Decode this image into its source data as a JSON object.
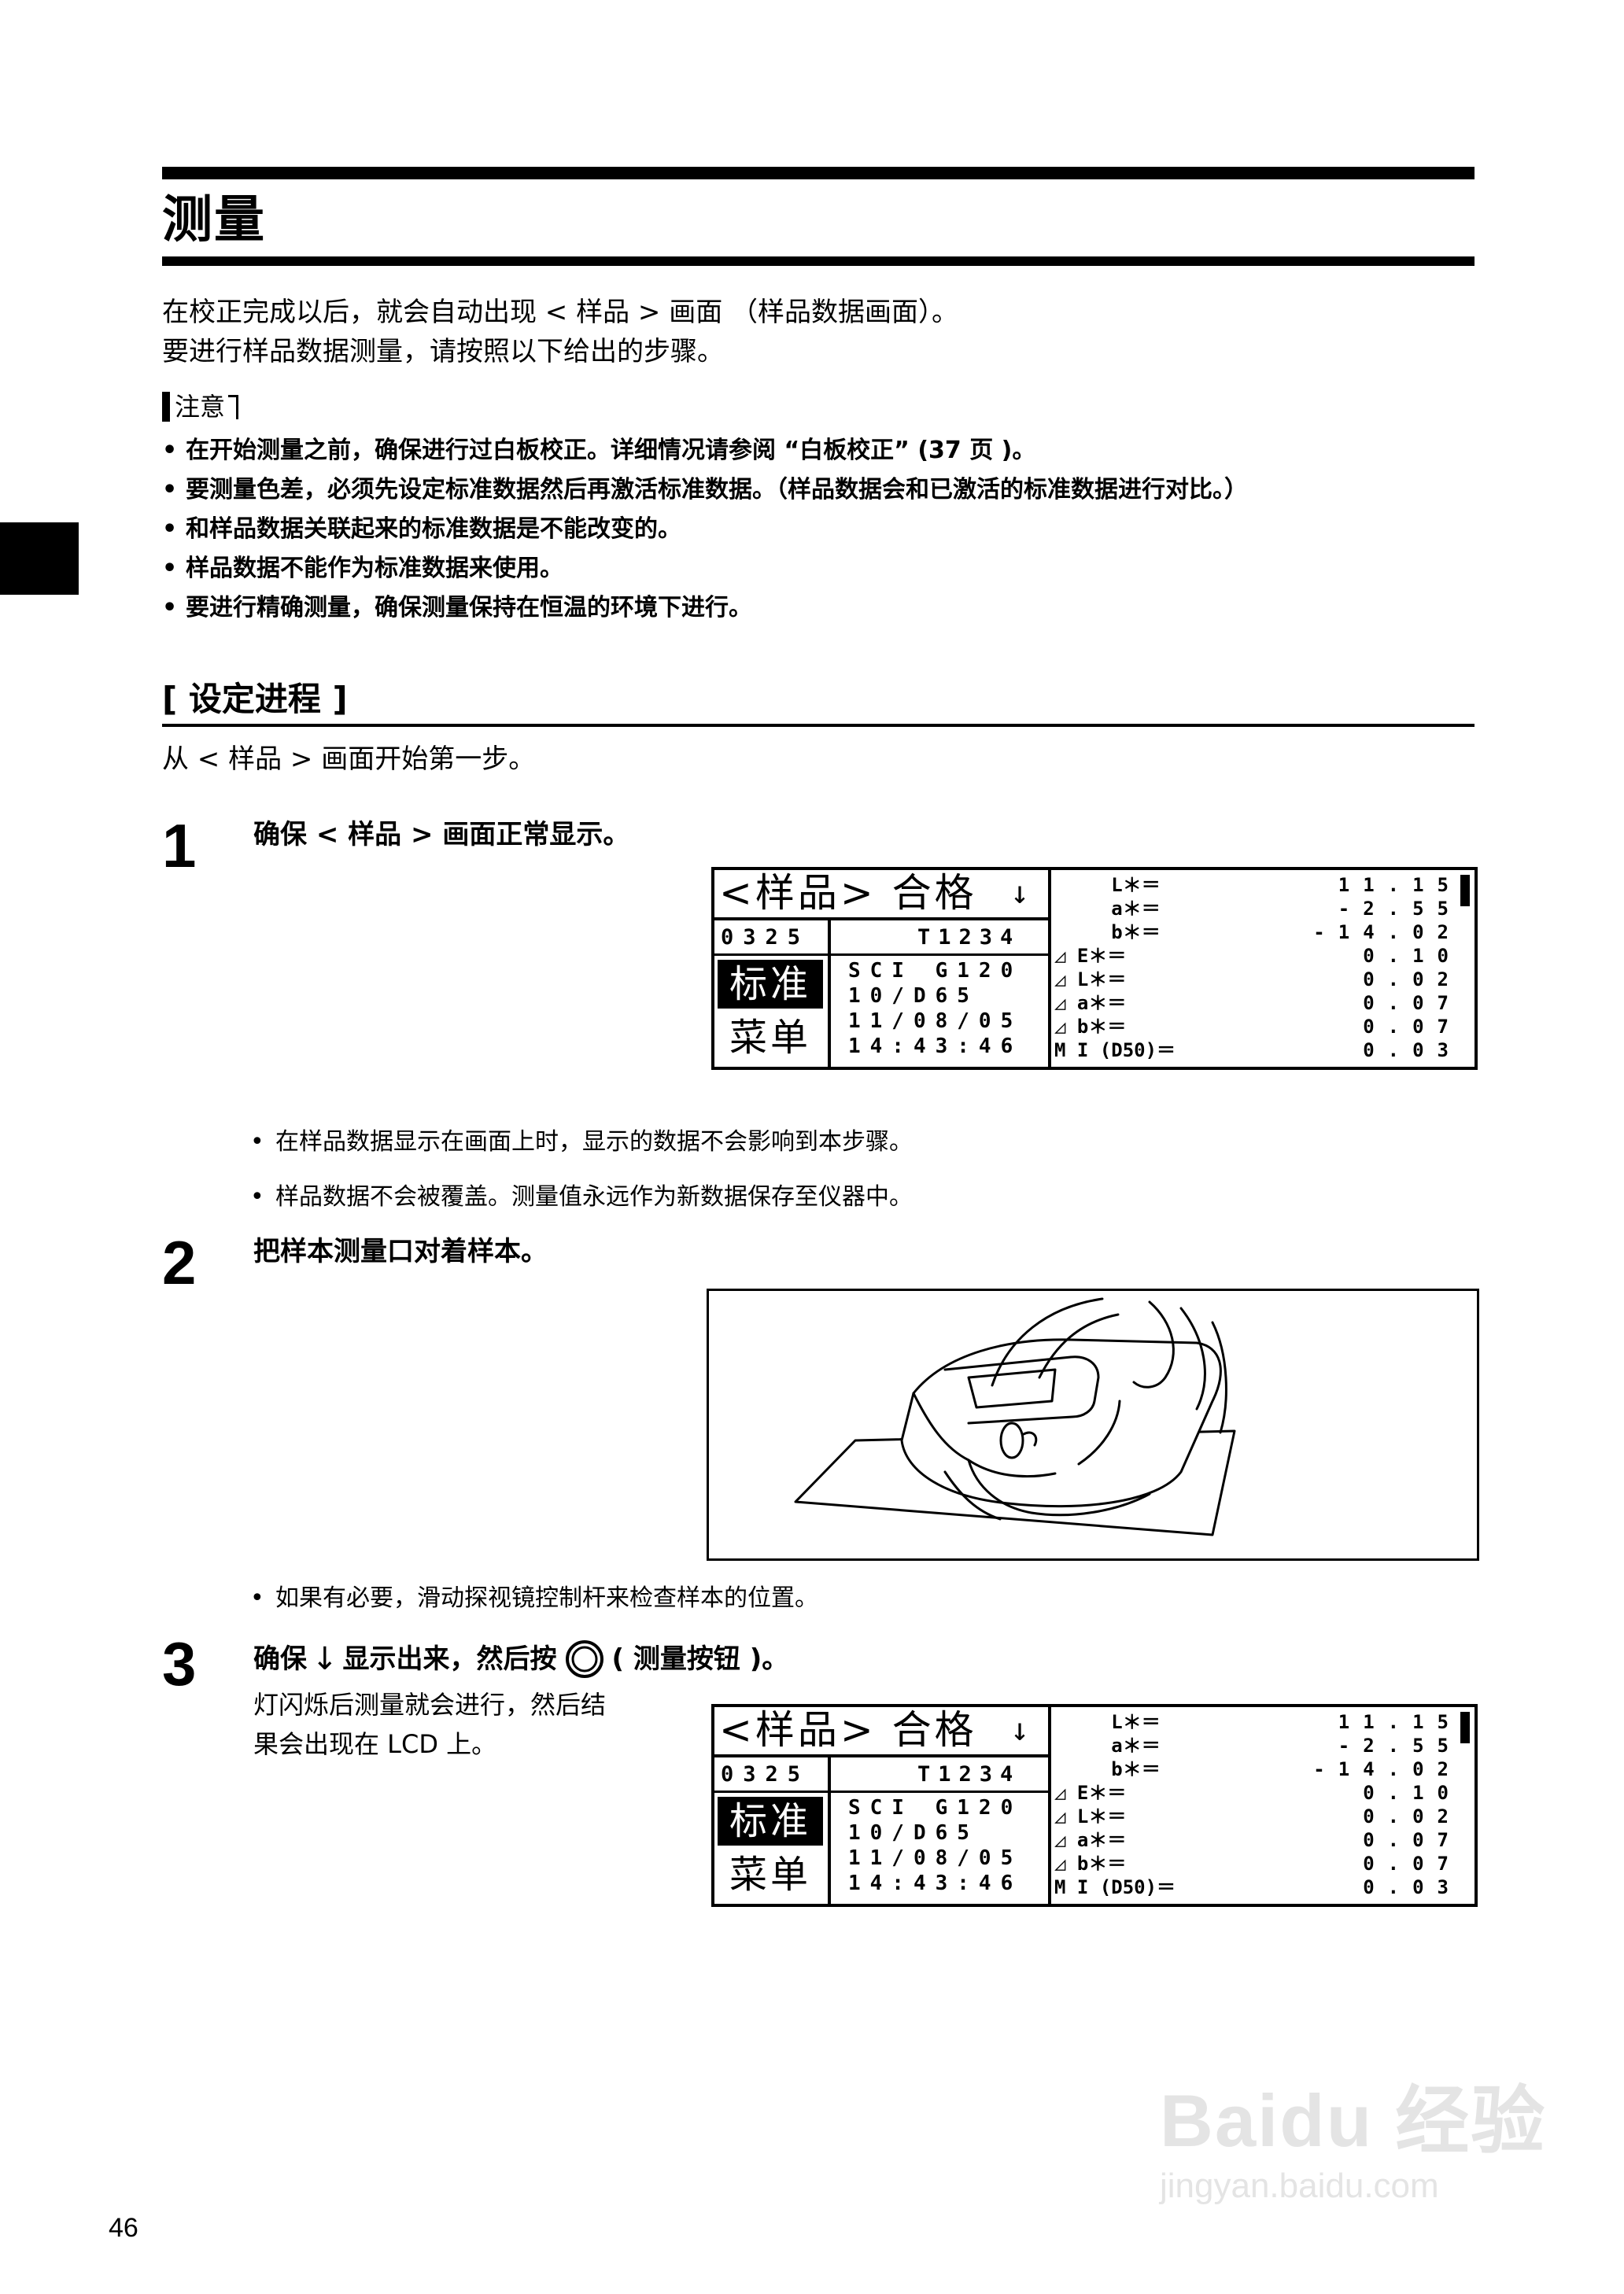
{
  "header": {
    "title": "测量",
    "intro_lines": [
      "在校正完成以后，就会自动出现 < 样品 > 画面 （样品数据画面）。",
      "要进行样品数据测量，请按照以下给出的步骤。"
    ]
  },
  "note": {
    "tag": "注意",
    "items": [
      "在开始测量之前，确保进行过白板校正。详细情况请参阅 “白板校正” (37 页 )。",
      "要测量色差，必须先设定标准数据然后再激活标准数据。（样品数据会和已激活的标准数据进行对比。）",
      "和样品数据关联起来的标准数据是不能改变的。",
      "样品数据不能作为标准数据来使用。",
      "要进行精确测量，确保测量保持在恒温的环境下进行。"
    ]
  },
  "section": {
    "title": "[ 设定进程 ]",
    "intro": "从 < 样品 > 画面开始第一步。"
  },
  "steps": [
    {
      "num": "1",
      "text": "确保 < 样品 > 画面正常显示。",
      "bullets": [
        "在样品数据显示在画面上时，显示的数据不会影响到本步骤。",
        "样品数据不会被覆盖。测量值永远作为新数据保存至仪器中。"
      ]
    },
    {
      "num": "2",
      "text": "把样本测量口对着样本。",
      "bullets": [
        "如果有必要，滑动探视镜控制杆来检查样本的位置。"
      ]
    },
    {
      "num": "3",
      "text_a": "确保",
      "text_b": "显示出来，然后按",
      "text_c": "( 测量按钮 )。",
      "desc": [
        "灯闪烁后测量就会进行，然后结",
        "果会出现在 LCD 上。"
      ]
    }
  ],
  "lcd": {
    "title": "<样品> 合格",
    "arrow": "↓",
    "code": "0325",
    "tcode": "T1234",
    "button1": "标准",
    "button2": "菜单",
    "info": [
      "SCI  G120",
      "10/D65",
      "11/08/05",
      "14:43:46"
    ],
    "rows": [
      {
        "label": "     L＊＝",
        "value": "11.15"
      },
      {
        "label": "     a＊＝",
        "value": "-2.55"
      },
      {
        "label": "     b＊＝",
        "value": "-14.02"
      },
      {
        "label": "◿ E＊＝",
        "value": "0.10"
      },
      {
        "label": "◿ L＊＝",
        "value": "0.02"
      },
      {
        "label": "◿ a＊＝",
        "value": "0.07"
      },
      {
        "label": "◿ b＊＝",
        "value": "0.07"
      },
      {
        "label": "M I (D50)＝",
        "value": "0.03"
      }
    ]
  },
  "page_number": "46",
  "watermark": {
    "line1": "Baidu 经验",
    "line2": "jingyan.baidu.com"
  }
}
